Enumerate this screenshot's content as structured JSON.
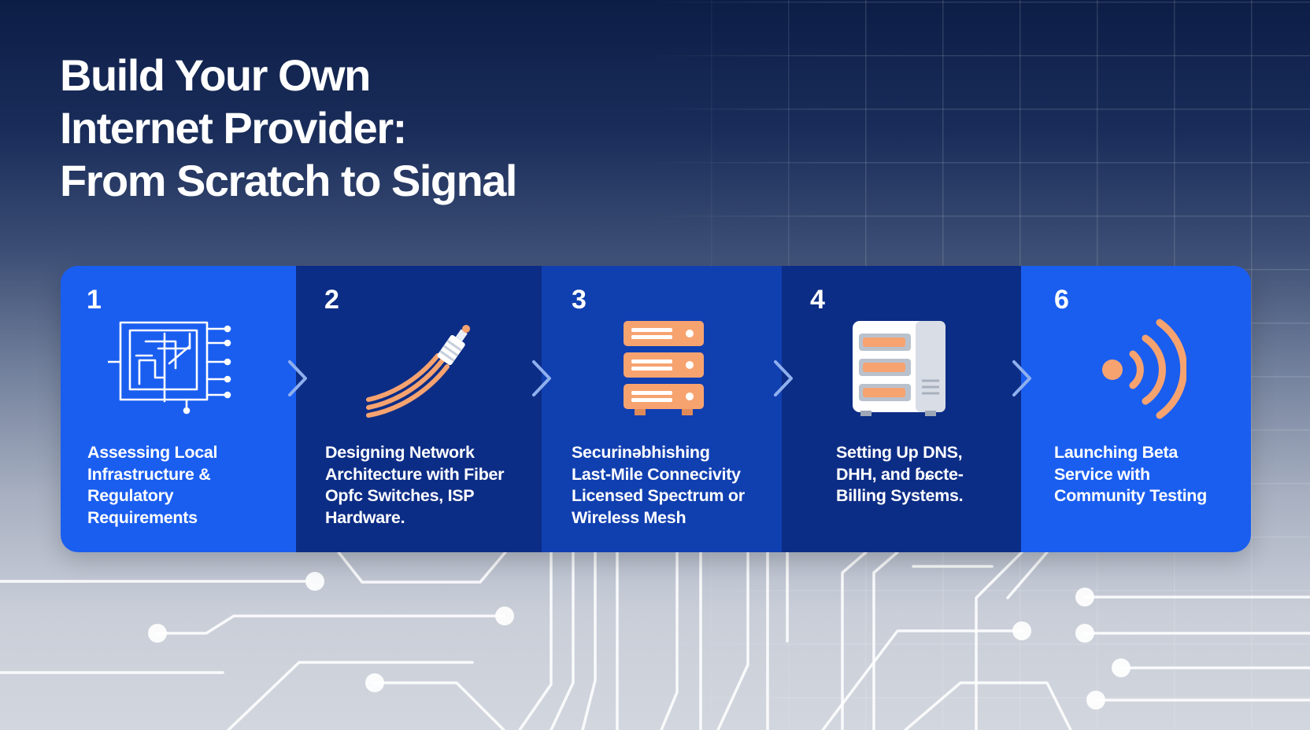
{
  "title": {
    "line1": "Build Your Own",
    "line2": "Internet Provider:",
    "line3": "From Scratch to Signal"
  },
  "colors": {
    "step_bright": "#1a5ef0",
    "step_dark": "#0c2d86",
    "step_mid": "#103fb0",
    "accent_orange": "#f7a370",
    "chevron": "#8fb0ee"
  },
  "steps": [
    {
      "number": "1",
      "icon": "circuit-board-icon",
      "lines": [
        "Assessing Local",
        "Infrastructure &",
        "Regulatory",
        "Requirements"
      ]
    },
    {
      "number": "2",
      "icon": "fiber-optic-cable-icon",
      "lines": [
        "Designing Network",
        "Architecture with Fiber",
        "Opfc Switches, ISP",
        "Hardware."
      ]
    },
    {
      "number": "3",
      "icon": "server-stack-icon",
      "lines": [
        "Securinəbhishing",
        "Last-Mile Connecivity",
        "Licensed Spectrum or",
        "Wireless Mesh"
      ]
    },
    {
      "number": "4",
      "icon": "server-cabinet-icon",
      "lines": [
        "Setting Up DNS,",
        "DHH, and ɓɕcte-",
        "Billing Systems."
      ]
    },
    {
      "number": "6",
      "icon": "wireless-signal-icon",
      "lines": [
        "Launching Beta",
        "Service with",
        "Community Testing"
      ]
    }
  ]
}
